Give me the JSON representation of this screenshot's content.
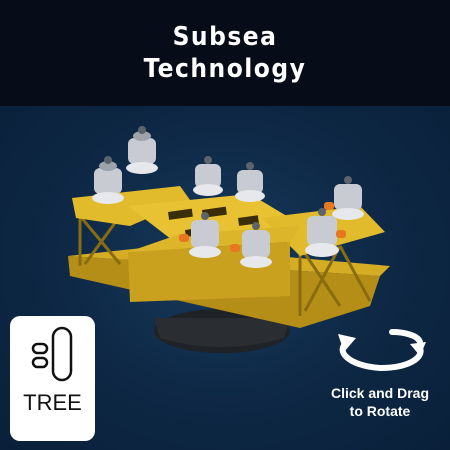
{
  "header": {
    "title_line1": "Subsea",
    "title_line2": "Technology"
  },
  "badge": {
    "label": "TREE",
    "icon": "tree-icon"
  },
  "rotate_hint": {
    "line1": "Click and Drag",
    "line2": "to Rotate",
    "icon": "rotate-arrow-icon"
  },
  "colors": {
    "header_bg": "#060d18",
    "viewport_bg": "#0d2744",
    "frame_yellow": "#e0b92a",
    "valve_silver": "#c8ccd2",
    "accent_orange": "#e87820"
  }
}
